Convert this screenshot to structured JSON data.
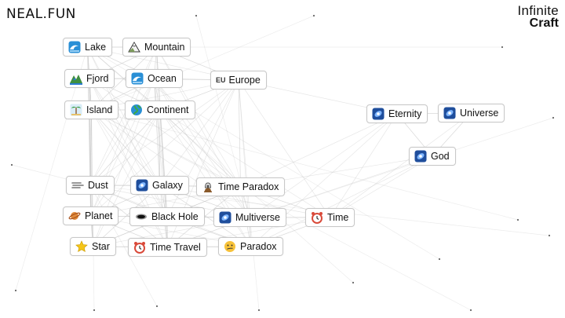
{
  "header": {
    "site_logo": "NEAL.FUN",
    "brand_line1": "Infinite",
    "brand_line2": "Craft"
  },
  "elements": [
    {
      "label": "Lake",
      "icon": "wave-icon"
    },
    {
      "label": "Mountain",
      "icon": "mountain-icon"
    },
    {
      "label": "Fjord",
      "icon": "fjord-icon"
    },
    {
      "label": "Ocean",
      "icon": "wave-icon"
    },
    {
      "label": "Europe",
      "icon": "eu-text-icon",
      "icon_text": "EU"
    },
    {
      "label": "Island",
      "icon": "palm-island-icon"
    },
    {
      "label": "Continent",
      "icon": "globe-icon"
    },
    {
      "label": "Eternity",
      "icon": "galaxy-icon"
    },
    {
      "label": "Universe",
      "icon": "galaxy-icon"
    },
    {
      "label": "God",
      "icon": "galaxy-icon"
    },
    {
      "label": "Dust",
      "icon": "dust-icon"
    },
    {
      "label": "Galaxy",
      "icon": "galaxy-icon"
    },
    {
      "label": "Time Paradox",
      "icon": "hourglass-icon"
    },
    {
      "label": "Planet",
      "icon": "planet-icon"
    },
    {
      "label": "Black Hole",
      "icon": "black-hole-icon"
    },
    {
      "label": "Multiverse",
      "icon": "galaxy-icon"
    },
    {
      "label": "Time",
      "icon": "clock-icon"
    },
    {
      "label": "Star",
      "icon": "star-icon"
    },
    {
      "label": "Time Travel",
      "icon": "clock-icon"
    },
    {
      "label": "Paradox",
      "icon": "confused-face-icon"
    }
  ]
}
